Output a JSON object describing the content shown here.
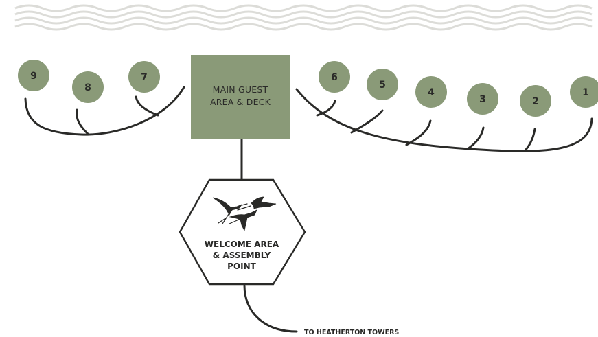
{
  "colors": {
    "sage": "#8a9a78",
    "line": "#2a2a28",
    "wave": "#d8d8d4",
    "background": "#ffffff"
  },
  "main_area": {
    "line1": "MAIN GUEST",
    "line2": "AREA & DECK"
  },
  "welcome_area": {
    "line1": "WELCOME AREA",
    "line2": "& ASSEMBLY",
    "line3": "POINT",
    "icon": "flying-birds-icon"
  },
  "destination": {
    "label": "TO HEATHERTON TOWERS"
  },
  "units": [
    {
      "number": "1"
    },
    {
      "number": "2"
    },
    {
      "number": "3"
    },
    {
      "number": "4"
    },
    {
      "number": "5"
    },
    {
      "number": "6"
    },
    {
      "number": "7"
    },
    {
      "number": "8"
    },
    {
      "number": "9"
    }
  ]
}
